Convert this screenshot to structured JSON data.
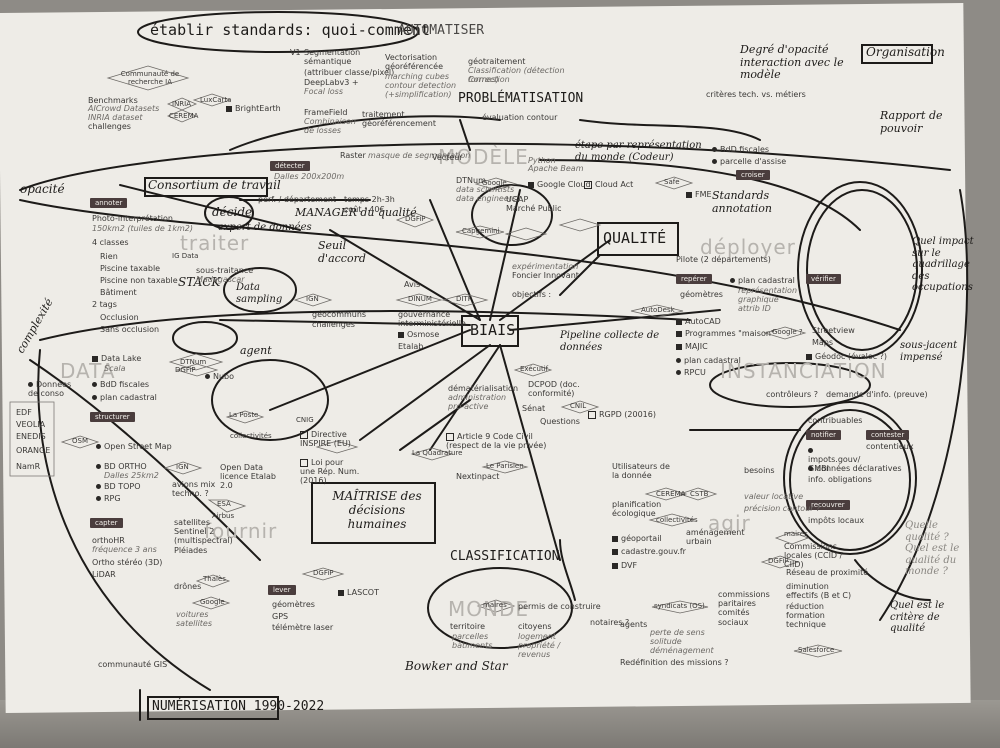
{
  "title": "établir standards: quoi-comment",
  "top_left_faded": "AUTOMATISER",
  "ghost": [
    "DATA",
    "MODÈLE",
    "INSTANCIATION",
    "MONDE",
    "traiter",
    "déployer",
    "agir",
    "fournir"
  ],
  "handwritten": {
    "organisation": "Organisation",
    "opacity": "Degré d'opacité interaction avec le modèle",
    "rapport": "Rapport de pouvoir",
    "problematisation": "PROBLÉMATISATION",
    "etape": "étape par représentation du monde (Codeur)",
    "consortium": "Consortium de travail",
    "opacite": "opacité",
    "decide": "décide",
    "expert": "expert de données",
    "manager": "MANAGER du qualité",
    "seuil": "Seuil d'accord",
    "qualite": "QUALITÉ",
    "standards": "Standards annotation",
    "biais": "BIAIS",
    "pipeline": "Pipeline collecte de données",
    "stack": "STACK",
    "data_sampling": "Data sampling",
    "agent": "agent",
    "complexite": "complexité",
    "maitrise": "MAÎTRISE des décisions humaines",
    "classification": "CLASSIFICATION",
    "bowker": "Bowker and Star",
    "numerisation": "NUMÉRISATION 1990-2022",
    "quel_impact": "Quel impact sur le quadrillage des occupations",
    "sous_jacent": "sous-jacent impensé",
    "quel_est": "Quel est le critère de qualité",
    "question": "Quelle qualité ? Quel est le qualité du monde ?"
  },
  "tags": {
    "annoter": "annoter",
    "detecter": "détecter",
    "structurer": "structurer",
    "capter": "capter",
    "lever": "lever",
    "croiser": "croiser",
    "reperer": "repérer",
    "verifier": "vérifier",
    "notifier": "notifier",
    "contester": "contester",
    "recouvrer": "recouvrer"
  },
  "nodes": {
    "communaute": "Communauté de recherche IA",
    "benchmarks": "Benchmarks",
    "aicrowd": "AICrowd Datasets",
    "inria_dataset": "INRIA dataset",
    "challenges": "challenges",
    "inria": "INRIA",
    "luxcarta": "LuxCarta",
    "cerema1": "CEREMA",
    "brightearth": "BrightEarth",
    "v1": "V1",
    "segmentation": "Segmentation sémantique",
    "attribuer": "(attribuer classe/pixel)",
    "deeplab": "DeepLabv3 +",
    "focal": "Focal loss",
    "vectorisation": "Vectorisation géoréférencée",
    "marching": "marching cubes contour detection (+simplification)",
    "georattrement": "géotraitement",
    "classif_detection": "Classification (détection formes)",
    "correction": "Correction",
    "framefield": "FrameField",
    "combinaison": "Combinaison de losses",
    "traitement": "traitement géoréférencement",
    "raster": "Raster",
    "masque": "masque de segmentation",
    "vecteur": "Vecteur",
    "evaluation": "évaluation contour",
    "dalles": "Dalles 200x200m",
    "photo": "Photo-interprétation",
    "photo_detail": "150km2 (tuiles de 1km2)",
    "classes4": "4 classes",
    "rien": "Rien",
    "piscine_tax": "Piscine taxable",
    "piscine_non": "Piscine non taxable",
    "batiment": "Bâtiment",
    "tags2": "2 tags",
    "occlusion": "Occlusion",
    "sans_occlusion": "Sans occlusion",
    "igdata": "IG Data",
    "sous_traitance": "sous-traitance",
    "madagascar": "Madagascar",
    "perf": "perf. / département",
    "temps": "temps 2h-3h",
    "cout": "coût : 40€",
    "dgfip": "DGFiP",
    "dtnum": "DTNum",
    "data_sci": "data scientists data engineers",
    "google": "Google",
    "google_cloud": "Google Cloud",
    "cloud_act": "Cloud Act",
    "python": "Python",
    "beam": "Apache Beam",
    "ugap": "UGAP",
    "marche": "Marché Public",
    "capgemini": "Capgemini",
    "avis": "Avis",
    "experimentation": "expérimentation",
    "foncier": "Foncier Innovant",
    "objectifs": "objectifs :",
    "dinum": "DINUM",
    "ditp": "DITP",
    "gouvernance": "gouvernance interministérielle",
    "osmose": "Osmose",
    "etalab": "Etalab",
    "ign": "IGN",
    "geocommuns": "géocommuns",
    "challenges2": "challenges",
    "datalake": "Data Lake",
    "scala": "Scala",
    "bdd_fiscales": "BdD fiscales",
    "plan_cadastral": "plan cadastral",
    "nubo": "Nubo",
    "donnees_conso": "Données de conso",
    "edf": "EDF",
    "veolia": "VEOLIA",
    "enedis": "ENEDIS",
    "orange": "ORANGE",
    "namr": "NamR",
    "osm": "OSM",
    "open_street": "Open Street Map",
    "bd_ortho": "BD ORTHO",
    "dalles25": "Dalles 25km2",
    "bd_topo": "BD TOPO",
    "rpg": "RPG",
    "orthohr": "orthoHR",
    "frequence": "fréquence 3 ans",
    "ortho_stereo": "Ortho stéréo (3D)",
    "lidar": "LiDAR",
    "avions": "avions mix techno. ?",
    "open_data": "Open Data licence Etalab 2.0",
    "satellites": "satellites",
    "sentinel": "Sentinel 2 (multispectral)",
    "pleiades": "Pléiades",
    "esa": "ESA",
    "airbus": "Airbus",
    "drones": "drônes",
    "thales": "Thalès",
    "google2": "Google",
    "voitures": "voitures satellites",
    "geometres": "géomètres",
    "gps": "GPS",
    "telemetre": "télémètre laser",
    "lascot": "LASCOT",
    "communaute_gis": "communauté GIS",
    "la_poste": "La Poste",
    "cnig": "CNIG",
    "collectivites": "collectivités",
    "directive": "Directive INSPIRE (EU)",
    "loi": "Loi pour une Rép. Num. (2016)",
    "quadrature": "La Quadrature",
    "article": "Article 9 Code Civil (respect de la vie privée)",
    "parisien": "Le Parisien",
    "nextinpact": "Nextinpact",
    "dematerialisation": "dématérialisation",
    "administration": "administration pro-active",
    "executif": "Exécutif",
    "dcpod": "DCPOD (doc. conformité)",
    "cnil": "CNIL",
    "rgpd": "RGPD (20016)",
    "senat": "Sénat",
    "questions": "Questions",
    "safe": "Safe",
    "fme": "FME",
    "criteres": "critères tech. vs. métiers",
    "bdd_fiscales2": "BdD fiscales",
    "parcelle": "parcelle d'assise",
    "pilote": "Pilote (2 départements)",
    "plan_cadastral2": "plan cadastral",
    "representation": "représentation graphique attrib ID",
    "geometres2": "géomètres",
    "autodesk": "AutoDesk",
    "autocad": "AutoCAD",
    "programmes": "Programmes \"maison\"",
    "majic": "MAJIC",
    "plan_cadastral3": "plan cadastral",
    "rpcu": "RPCU",
    "google3": "Google ?",
    "streetview": "Streetview",
    "maps": "Maps",
    "geodoc": "Géodoc (évaloc ?)",
    "controleurs": "contrôleurs ?",
    "demande": "demande d'info. (preuve)",
    "contribuables": "contribuables",
    "contentieux": "contentieux",
    "impots": "impots.gouv/ GMBI",
    "declaratives": "données déclaratives",
    "obligations": "info. obligations",
    "impots_locaux": "impôts locaux",
    "maires": "maires",
    "commissions_locales": "Commissions locales (CCID / CIID)",
    "utilisateurs": "Utilisateurs de la donnée",
    "besoins": "besoins",
    "valeur": "valeur locative",
    "precision": "précision contour ?",
    "cerema2": "CEREMA",
    "cstb": "CSTB",
    "planification": "planification écologique",
    "collectivites2": "collectivités",
    "amenagement": "aménagement urbain",
    "geoportail": "géoportail",
    "cadastre": "cadastre.gouv.fr",
    "dvf": "DVF",
    "dgfip2": "DGFiP",
    "reseau": "Réseau de proximité",
    "diminution": "diminution effectifs (B et C)",
    "reduction": "réduction formation technique",
    "syndicats": "syndicats (OS)",
    "commissions": "commissions paritaires comités sociaux",
    "agents": "agents",
    "perte": "perte de sens solitude déménagement",
    "redefinition": "Redéfinition des missions ?",
    "salesforce": "Salesforce",
    "maires2": "maires",
    "permis": "permis de construire",
    "territoire": "territoire",
    "parcelles": "parcelles bâtiments",
    "citoyens": "citoyens",
    "logement": "logement propriété / revenus",
    "notaires": "notaires ?",
    "dgfip3": "DGFiP",
    "dgfip4": "DGFiP"
  }
}
